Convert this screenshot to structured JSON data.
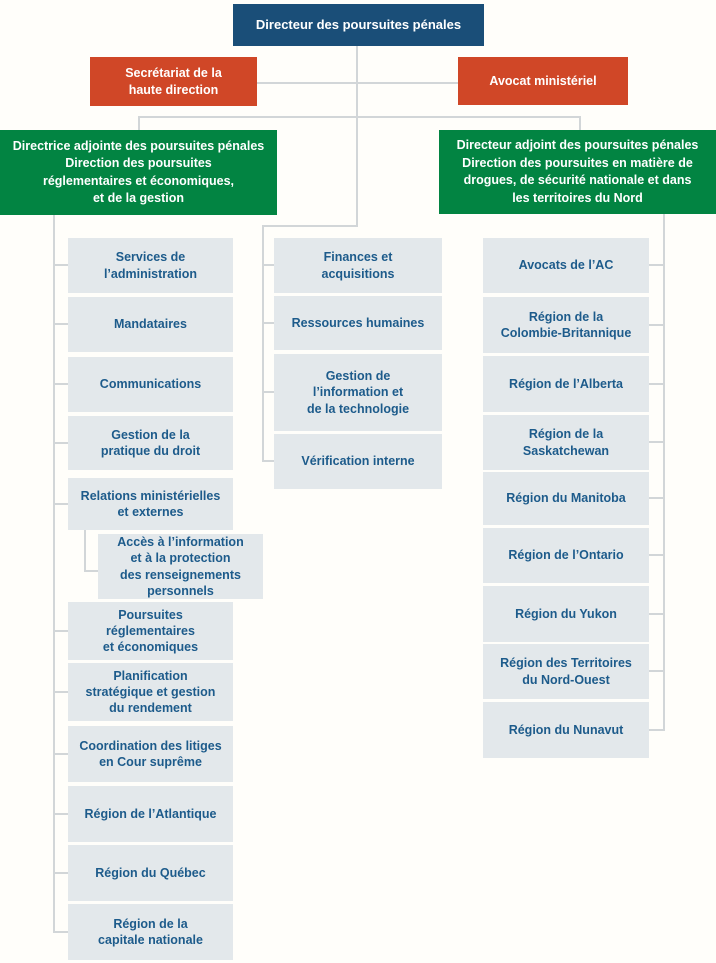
{
  "colors": {
    "blue": "#1a4e78",
    "orange": "#d04727",
    "green": "#028442",
    "tile": "#e3e8eb",
    "tile_text": "#1d5b8b",
    "line": "#d2d6d8"
  },
  "root": {
    "label": "Directeur des poursuites pénales"
  },
  "staff_left": {
    "label": "Secrétariat de la\nhaute direction"
  },
  "staff_right": {
    "label": "Avocat ministériel"
  },
  "deputy_left": {
    "label": "Directrice adjointe des poursuites pénales\nDirection des poursuites\nréglementaires et économiques,\net de la gestion"
  },
  "deputy_right": {
    "label": "Directeur adjoint des poursuites pénales\nDirection des poursuites en matière de\ndrogues, de sécurité nationale et dans\nles territoires du Nord"
  },
  "left_column": [
    {
      "label": "Services de\nl’administration"
    },
    {
      "label": "Mandataires"
    },
    {
      "label": "Communications"
    },
    {
      "label": "Gestion de la\npratique du droit"
    },
    {
      "label": "Relations ministérielles\net externes"
    },
    {
      "label": "Poursuites\nréglementaires\net économiques"
    },
    {
      "label": "Planification\nstratégique et gestion\ndu rendement"
    },
    {
      "label": "Coordination des litiges\nen Cour suprême"
    },
    {
      "label": "Région de l’Atlantique"
    },
    {
      "label": "Région du Québec"
    },
    {
      "label": "Région de la\ncapitale nationale"
    }
  ],
  "left_sub": {
    "label": "Accès à l’information\net à la protection\ndes renseignements\npersonnels"
  },
  "middle_column": [
    {
      "label": "Finances et\nacquisitions"
    },
    {
      "label": "Ressources humaines"
    },
    {
      "label": "Gestion de\nl’information et\nde la technologie"
    },
    {
      "label": "Vérification interne"
    }
  ],
  "right_column": [
    {
      "label": "Avocats de l’AC"
    },
    {
      "label": "Région de la\nColombie-Britannique"
    },
    {
      "label": "Région de l’Alberta"
    },
    {
      "label": "Région de la\nSaskatchewan"
    },
    {
      "label": "Région du Manitoba"
    },
    {
      "label": "Région de l’Ontario"
    },
    {
      "label": "Région du Yukon"
    },
    {
      "label": "Région des Territoires\ndu Nord-Ouest"
    },
    {
      "label": "Région du Nunavut"
    }
  ]
}
